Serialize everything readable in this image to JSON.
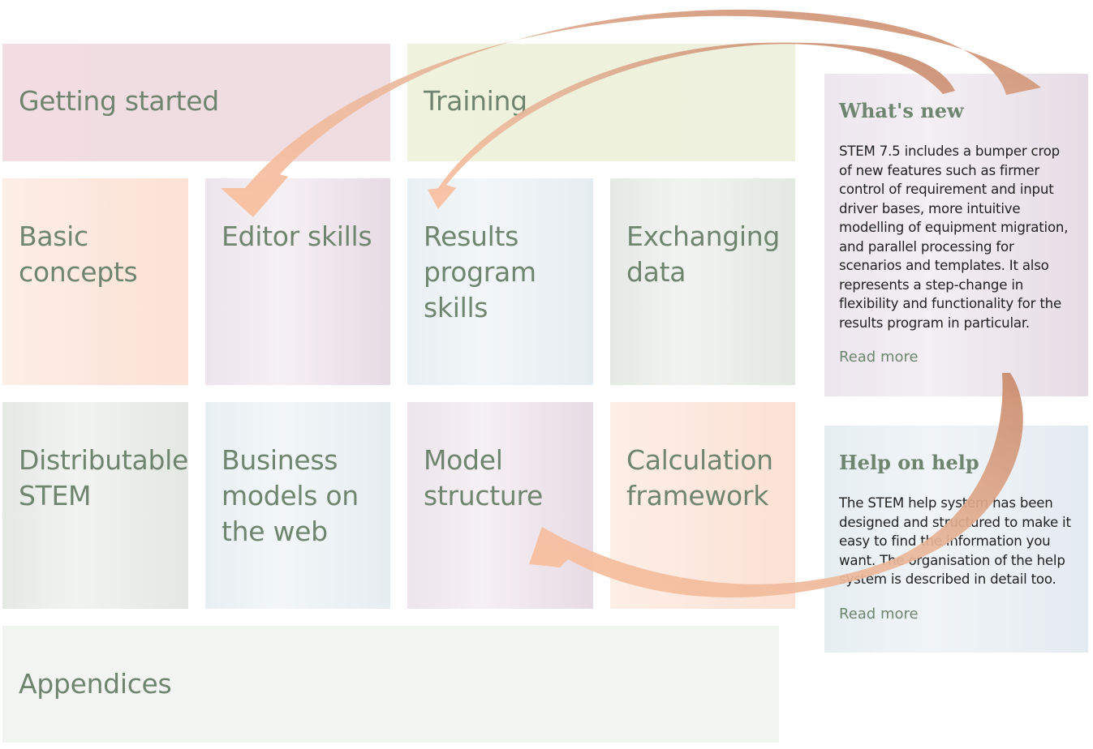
{
  "tiles": {
    "getting_started": "Getting started",
    "training": "Training",
    "basic_concepts": [
      "Basic",
      "concepts"
    ],
    "editor_skills": [
      "Editor skills"
    ],
    "results_program_skills": [
      "Results",
      "program",
      "skills"
    ],
    "exchanging_data": [
      "Exchanging",
      "data"
    ],
    "distributable_stem": [
      "Distributable",
      "STEM"
    ],
    "business_models_web": [
      "Business",
      "models on",
      "the web"
    ],
    "model_structure": [
      "Model",
      "structure"
    ],
    "calculation_framework": [
      "Calculation",
      "framework"
    ],
    "appendices": "Appendices"
  },
  "whats_new": {
    "title": "What's new",
    "body": "STEM 7.5 includes a bumper crop of new features such as firmer control of requirement and input driver bases, more intuitive modelling of equipment migration, and parallel processing for scenarios and templates. It also represents a step-change in flexibility and functionality for the results program in particular.",
    "link": "Read more"
  },
  "help_on_help": {
    "title": "Help on help",
    "body": "The STEM help system has been designed and structured to make it easy to find the information you want. The organisation of the help system is described in detail too.",
    "link": "Read more"
  },
  "colors": {
    "text": "#6f8570",
    "arrow_light": "#fbbf9e",
    "arrow_dark": "#c8896a"
  },
  "icons": [
    "curved-arrow-icon"
  ]
}
